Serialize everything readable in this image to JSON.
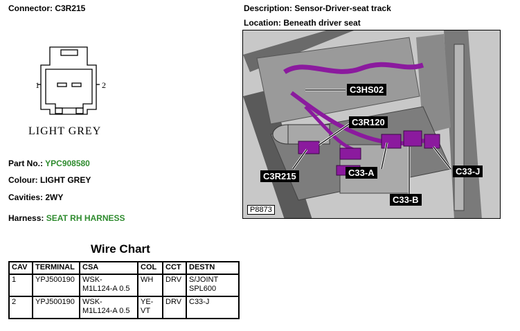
{
  "connector_label": "Connector: C3R215",
  "description_label": "Description: Sensor-Driver-seat track",
  "location_label": "Location: Beneath driver seat",
  "diagram": {
    "pin_left": "1",
    "pin_right": "2",
    "connector_color_caption": "LIGHT GREY"
  },
  "details": {
    "part_no_label": "Part No.:",
    "part_no_value": "YPC908580",
    "colour_label": "Colour: LIGHT GREY",
    "cavities_label": "Cavities: 2WY",
    "harness_label": "Harness:",
    "harness_value": "SEAT RH HARNESS"
  },
  "wire_chart": {
    "title": "Wire Chart",
    "headers": [
      "CAV",
      "TERMINAL",
      "CSA",
      "COL",
      "CCT",
      "DESTN"
    ],
    "rows": [
      {
        "cav": "1",
        "terminal": "YPJ500190",
        "csa_1": "WSK-",
        "csa_2": "M1L124-A 0.5",
        "col_1": "WH",
        "col_2": "",
        "cct": "DRV",
        "destn_1": "S/JOINT",
        "destn_2": "SPL600"
      },
      {
        "cav": "2",
        "terminal": "YPJ500190",
        "csa_1": "WSK-",
        "csa_2": "M1L124-A 0.5",
        "col_1": "YE-",
        "col_2": "VT",
        "cct": "DRV",
        "destn_1": "C33-J",
        "destn_2": ""
      }
    ]
  },
  "photo": {
    "callouts": [
      "C3HS02",
      "C3R120",
      "C3R215",
      "C33-A",
      "C33-B",
      "C33-J"
    ],
    "ref": "P8873",
    "colors": {
      "highlight": "#8b1a9e",
      "frame": "#3a3a3a",
      "background": "#c8c8c8"
    }
  }
}
